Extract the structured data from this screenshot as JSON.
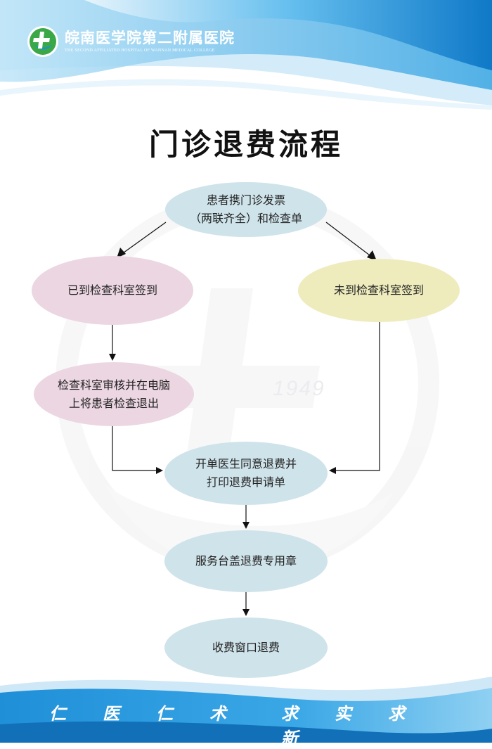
{
  "header": {
    "hospital_name": "皖南医学院第二附属医院",
    "hospital_name_en": "THE SECOND AFFILIATED HOSPITAL OF WANNAN MEDICAL COLLEGE"
  },
  "title": "门诊退费流程",
  "watermark_year": "1949",
  "flow": {
    "start": "患者携门诊发票\n（两联齐全）和检查单",
    "checked_in": "已到检查科室签到",
    "not_checked_in": "未到检查科室签到",
    "dept_review": "检查科室审核并在电脑\n上将患者检查退出",
    "doctor_approve": "开单医生同意退费并\n打印退费申请单",
    "stamp": "服务台盖退费专用章",
    "refund": "收费窗口退费"
  },
  "footer": {
    "slogan_left": [
      "仁",
      "医",
      "仁",
      "术"
    ],
    "slogan_right": [
      "求",
      "实",
      "求",
      "新"
    ]
  },
  "colors": {
    "brand_blue": "#1a8fd6",
    "node_blue": "#cfe3ea",
    "node_pink": "#ecd6e2",
    "node_yellow": "#eeecbd",
    "logo_green": "#3aa847"
  }
}
